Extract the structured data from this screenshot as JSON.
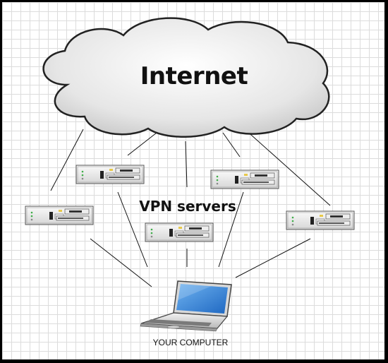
{
  "cloud": {
    "label": "Internet"
  },
  "servers_group": {
    "label": "VPN servers"
  },
  "computer": {
    "label": "YOUR COMPUTER"
  },
  "colors": {
    "background": "#ffffff",
    "grid": "#dcdcdc",
    "frame": "#000000",
    "link_line": "#111111",
    "cloud_fill": "#e4e4e4",
    "screen_blue": "#2f7fd6"
  }
}
